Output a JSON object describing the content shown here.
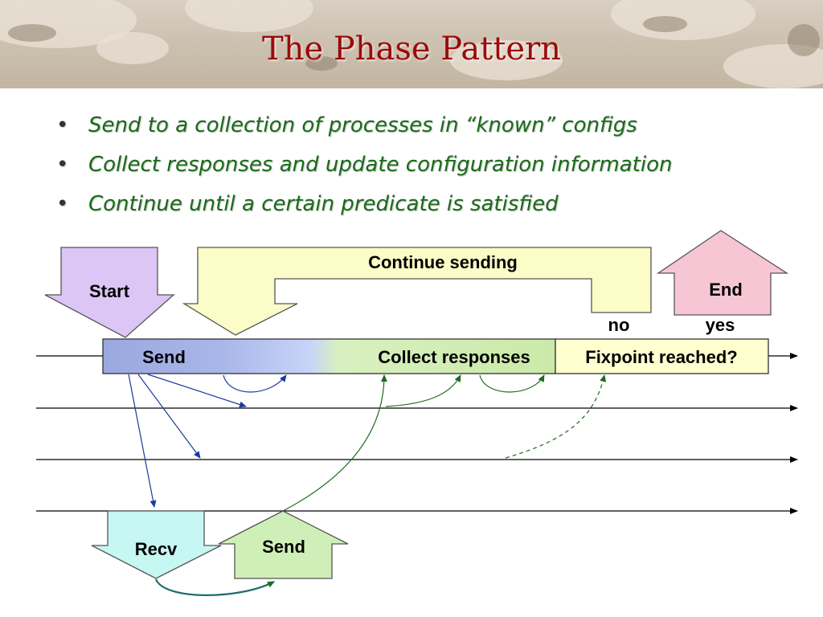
{
  "title": "The Phase Pattern",
  "bullets": [
    "Send to a collection of processes in “known” configs",
    "Collect responses and update configuration information",
    "Continue until a certain predicate is satisfied"
  ],
  "diagram": {
    "start_label": "Start",
    "end_label": "End",
    "continue_label": "Continue sending",
    "no_label": "no",
    "yes_label": "yes",
    "send_label": "Send",
    "collect_label": "Collect responses",
    "fixpoint_label": "Fixpoint reached?",
    "recv_label": "Recv",
    "reply_send_label": "Send"
  },
  "colors": {
    "title": "#9b0a0a",
    "bullet_text": "#1a6b1a",
    "start_arrow": "#dcc6f5",
    "end_arrow": "#f6c6d4",
    "continue_arrow": "#fcfcc8",
    "send_box": "#a9b6e8",
    "collect_box": "#d6efb6",
    "fixpoint_box": "#ffffd0",
    "recv_arrow": "#c6f7f2",
    "reply_arrow": "#cfefb8",
    "message_blue": "#1c3a9c",
    "message_green": "#1f6b1f"
  }
}
